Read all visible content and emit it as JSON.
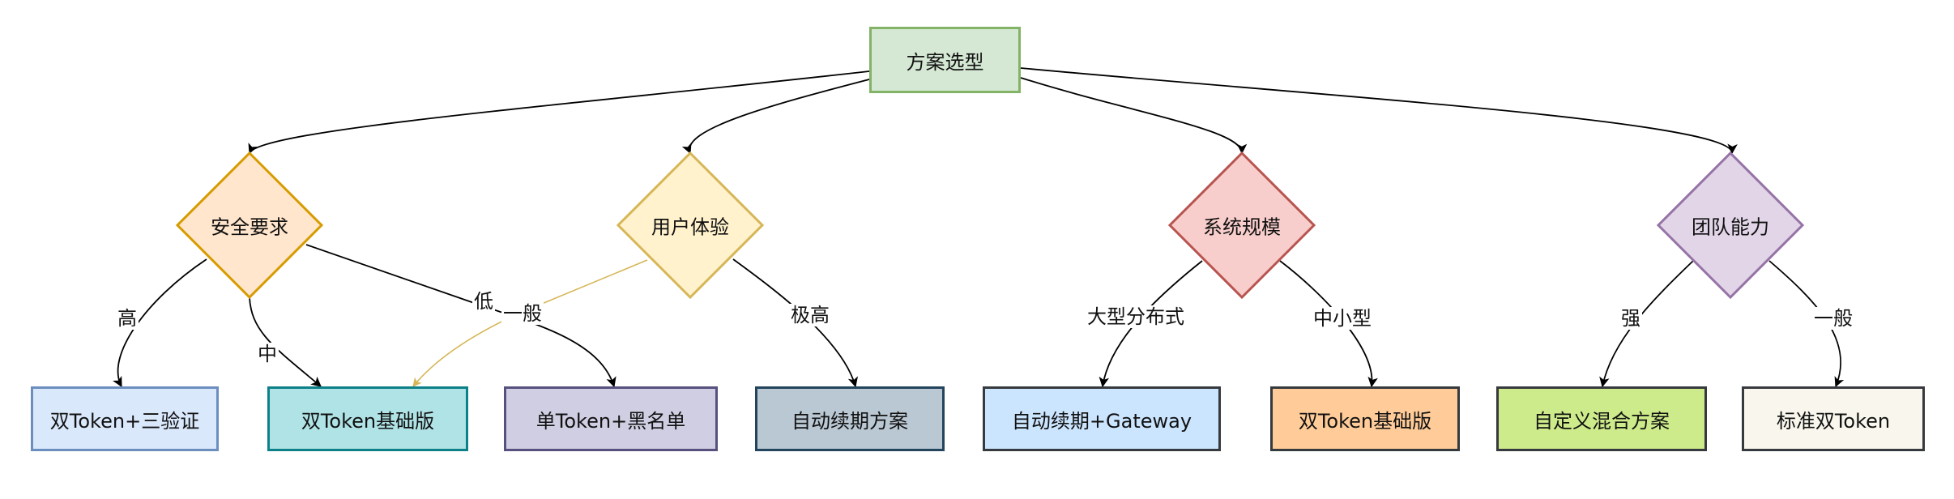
{
  "diagram": {
    "root": {
      "id": "root",
      "label": "方案选型",
      "fill": "#d5e8d4",
      "stroke": "#82b366"
    },
    "decisions": [
      {
        "id": "d1",
        "label": "安全要求",
        "fill": "#ffe6cc",
        "stroke": "#d79b00"
      },
      {
        "id": "d2",
        "label": "用户体验",
        "fill": "#fff2cc",
        "stroke": "#d6b656"
      },
      {
        "id": "d3",
        "label": "系统规模",
        "fill": "#f8cecc",
        "stroke": "#b85450"
      },
      {
        "id": "d4",
        "label": "团队能力",
        "fill": "#e1d5e7",
        "stroke": "#9673a6"
      }
    ],
    "outcomes": [
      {
        "id": "o1",
        "label": "双Token+三验证",
        "fill": "#dae8fc",
        "stroke": "#6c8ebf"
      },
      {
        "id": "o2",
        "label": "双Token基础版",
        "fill": "#b0e3e6",
        "stroke": "#0e8088"
      },
      {
        "id": "o3",
        "label": "单Token+黑名单",
        "fill": "#d0cee2",
        "stroke": "#56517e"
      },
      {
        "id": "o4",
        "label": "自动续期方案",
        "fill": "#bac8d3",
        "stroke": "#23445d"
      },
      {
        "id": "o5",
        "label": "自动续期+Gateway",
        "fill": "#cce5ff",
        "stroke": "#36393d"
      },
      {
        "id": "o6",
        "label": "双Token基础版",
        "fill": "#ffcc99",
        "stroke": "#36393d"
      },
      {
        "id": "o7",
        "label": "自定义混合方案",
        "fill": "#cdeb8b",
        "stroke": "#36393d"
      },
      {
        "id": "o8",
        "label": "标准双Token",
        "fill": "#f9f7ed",
        "stroke": "#36393d"
      }
    ],
    "edges": [
      {
        "from": "root",
        "to": "d1",
        "label": "",
        "color": "#000000"
      },
      {
        "from": "root",
        "to": "d2",
        "label": "",
        "color": "#000000"
      },
      {
        "from": "root",
        "to": "d3",
        "label": "",
        "color": "#000000"
      },
      {
        "from": "root",
        "to": "d4",
        "label": "",
        "color": "#000000"
      },
      {
        "from": "d1",
        "to": "o1",
        "label": "高",
        "color": "#000000"
      },
      {
        "from": "d1",
        "to": "o2",
        "label": "中",
        "color": "#000000"
      },
      {
        "from": "d1",
        "to": "o3",
        "label": "低",
        "color": "#000000"
      },
      {
        "from": "d2",
        "to": "o2",
        "label": "一般",
        "color": "#d6b656"
      },
      {
        "from": "d2",
        "to": "o4",
        "label": "极高",
        "color": "#000000"
      },
      {
        "from": "d3",
        "to": "o5",
        "label": "大型分布式",
        "color": "#000000"
      },
      {
        "from": "d3",
        "to": "o6",
        "label": "中小型",
        "color": "#000000"
      },
      {
        "from": "d4",
        "to": "o7",
        "label": "强",
        "color": "#000000"
      },
      {
        "from": "d4",
        "to": "o8",
        "label": "一般",
        "color": "#000000"
      }
    ]
  }
}
